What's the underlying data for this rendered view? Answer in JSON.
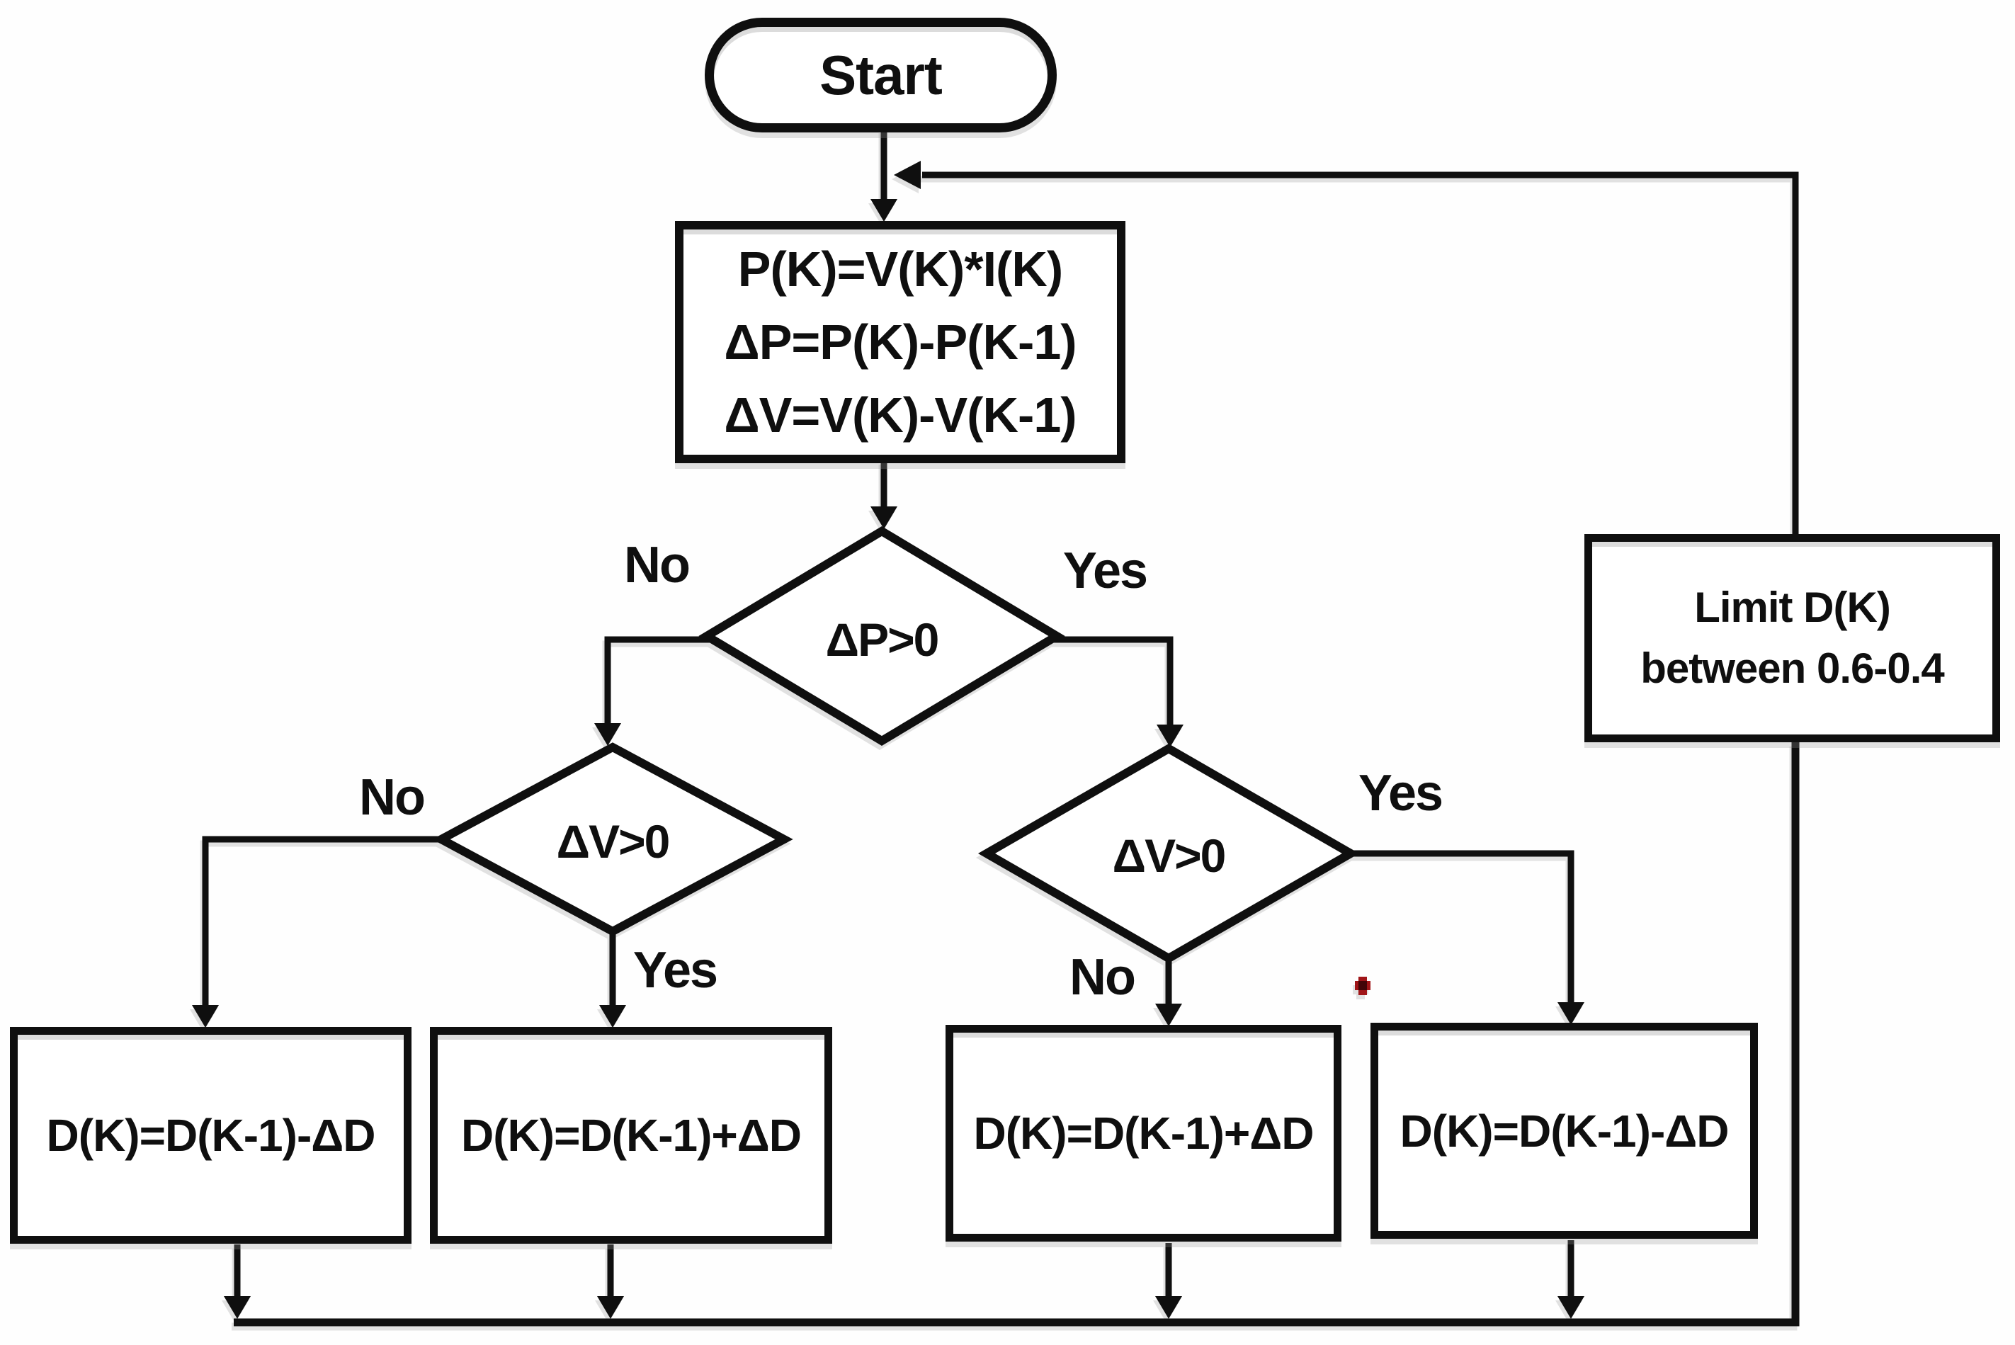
{
  "diagram_type": "flowchart",
  "nodes": {
    "start": "Start",
    "compute": {
      "line1": "P(K)=V(K)*I(K)",
      "line2": "ΔP=P(K)-P(K-1)",
      "line3": "ΔV=V(K)-V(K-1)"
    },
    "decision_dp": "ΔP>0",
    "decision_dv_left": "ΔV>0",
    "decision_dv_right": "ΔV>0",
    "action1": "D(K)=D(K-1)-ΔD",
    "action2": "D(K)=D(K-1)+ΔD",
    "action3": "D(K)=D(K-1)+ΔD",
    "action4": "D(K)=D(K-1)-ΔD",
    "limit": {
      "line1": "Limit D(K)",
      "line2": "between 0.6-0.4"
    }
  },
  "branch_labels": {
    "dp_no": "No",
    "dp_yes": "Yes",
    "dv_left_no": "No",
    "dv_left_yes": "Yes",
    "dv_right_no": "No",
    "dv_right_yes": "Yes"
  },
  "colors": {
    "line": "#0f0f0f",
    "background": "#fefefe",
    "red_mark": "#a01518",
    "red_mark_core": "#420507"
  }
}
